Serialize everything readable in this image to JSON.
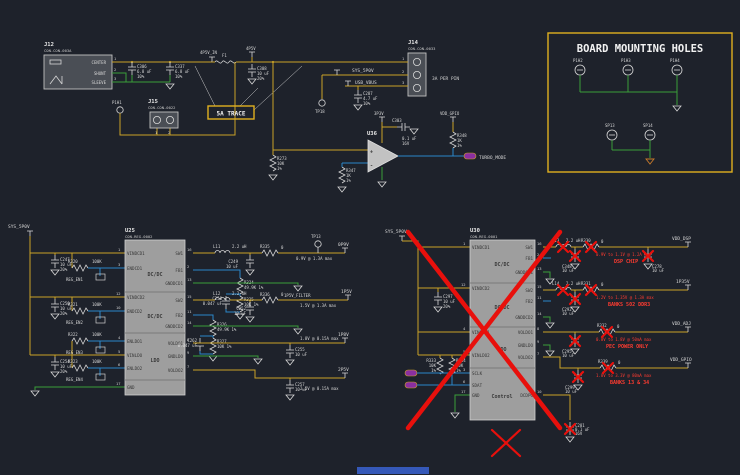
{
  "colors": {
    "bg": "#1e222b",
    "wire_power": "#c9a227",
    "wire_signal": "#2b87c8",
    "wire_ground": "#3a9d3a",
    "ic_fill": "#9e9e9e",
    "red": "#e8100c",
    "note_red": "#ff3b30",
    "tag_purple": "#8b2fa0",
    "box_yellow": "#e0b020"
  },
  "top_left": {
    "j12": {
      "ref": "J12",
      "part": "CON-CON-003A",
      "pin1": "CENTER",
      "pin2": "SHUNT",
      "pin3": "SLEEVE",
      "n1": "1",
      "n2": "2",
      "n3": "3"
    },
    "c306": {
      "ref": "C306",
      "val": "6.8 uF",
      "tol": "10%"
    },
    "c337": {
      "ref": "C337",
      "val": "6.8 uF",
      "tol": "10%"
    },
    "net_in": "4P5V_IN",
    "fuse": "F1",
    "net_out": "4P5V",
    "c308": {
      "ref": "C308",
      "val": "10 uF",
      "tol": "20%"
    },
    "p1h1": "P1H1",
    "j15": {
      "ref": "J15",
      "part": "CON-CON-0022",
      "n1": "1",
      "n2": "2"
    },
    "trace_note": "5A TRACE"
  },
  "top_right": {
    "j14": {
      "ref": "J14",
      "part": "CON-CON-0033",
      "note": "3A PER PIN",
      "n1": "1",
      "n2": "2",
      "n3": "3"
    },
    "net_sys": "SYS_5P0V",
    "net_vbus": "USB_VBUS",
    "c287": {
      "ref": "C287",
      "val": "4.7 uF",
      "tol": "10%"
    },
    "tp18": "TP18"
  },
  "amp": {
    "u36": "U36",
    "plus": "+",
    "minus": "-",
    "r273": {
      "ref": "R273",
      "val": "10K",
      "tol": "1%"
    },
    "r347": {
      "ref": "R347",
      "val": "1K",
      "tol": "1%"
    },
    "r348": {
      "ref": "R348",
      "val": "1K",
      "tol": "1%"
    },
    "c303": {
      "ref": "C303",
      "val": "0.1 uF",
      "tol": "16V"
    },
    "net_3p3": "3P3V",
    "net_gpio": "VDD_GPIO",
    "net_out": "TURBO_MODE"
  },
  "mounting": {
    "title": "BOARD MOUNTING HOLES",
    "h1": "P1H2",
    "h2": "P1H3",
    "h3": "P1H4",
    "h4": "SP13",
    "h5": "SP14"
  },
  "u25": {
    "ref": "U25",
    "part": "CON-REG-0002",
    "sec1": "DC/DC",
    "sec2": "DC/DC",
    "sec3": "LDO",
    "net_in": "SYS_5P0V",
    "lpins": [
      {
        "n": "1",
        "t": "VINDCD1"
      },
      {
        "n": "3",
        "t": "ENDCD1"
      },
      {
        "n": "12",
        "t": "VINDCD2"
      },
      {
        "n": "10",
        "t": "ENDCD2"
      },
      {
        "n": "4",
        "t": "ENLDO1"
      },
      {
        "n": "5",
        "t": "VINLDO"
      },
      {
        "n": "6",
        "t": "ENLDO2"
      },
      {
        "n": "17",
        "t": "GND"
      }
    ],
    "rpins": [
      {
        "n": "16",
        "t": "SW1"
      },
      {
        "n": "2",
        "t": "FB1"
      },
      {
        "n": "13",
        "t": "GNDDCD1"
      },
      {
        "n": "15",
        "t": "SW2"
      },
      {
        "n": "11",
        "t": "FB2"
      },
      {
        "n": "14",
        "t": "GNDDCD2"
      },
      {
        "n": "8",
        "t": "VOLDO1"
      },
      {
        "n": "9",
        "t": "GNDLDO"
      },
      {
        "n": "7",
        "t": "VOLDO2"
      }
    ],
    "c247": {
      "ref": "C247",
      "val": "10 uF",
      "tol": "20%"
    },
    "c250": {
      "ref": "C250",
      "val": "10 uF",
      "tol": "20%"
    },
    "c254": {
      "ref": "C254",
      "val": "10 uF",
      "tol": "20%"
    },
    "r320": {
      "ref": "R320",
      "val": "100K",
      "tol": "1%"
    },
    "r321": {
      "ref": "R321",
      "val": "100K",
      "tol": "1%"
    },
    "r322": {
      "ref": "R322",
      "val": "100K",
      "tol": "1%"
    },
    "r323": {
      "ref": "R323",
      "val": "100K",
      "tol": "1%"
    },
    "en1": "REG_EN1",
    "en2": "REG_EN2",
    "en3": "REG_EN3",
    "en4": "REG_EN4",
    "rows": {
      "l11": {
        "ref": "L11",
        "val": "2.2 uH"
      },
      "r335": {
        "ref": "R335",
        "val": "0"
      },
      "c249": {
        "ref": "C249",
        "val": "10 uF",
        "tol": "20%"
      },
      "r324": {
        "ref": "R324",
        "val": "49.9K 1%"
      },
      "r325": {
        "ref": "R325",
        "val": "10K 1%"
      },
      "c258": {
        "ref": "C258",
        "val": "0.047 uF"
      },
      "tp13": "TP13",
      "tag1": "0P9V",
      "note1": "0.9V @ 1.3A max",
      "filter": "1P5V_FILTER",
      "l12": {
        "ref": "L12",
        "val": "2.2 uH"
      },
      "r336": {
        "ref": "R336",
        "val": "0"
      },
      "c252": {
        "ref": "C252",
        "val": "10 uF",
        "tol": "20%"
      },
      "r326": {
        "ref": "R326",
        "val": "49.9K 1%"
      },
      "r327": {
        "ref": "R327",
        "val": "10K 1%"
      },
      "c262": {
        "ref": "C262",
        "val": "0.047 uF"
      },
      "tag2": "1P5V",
      "note2": "1.5V @ 1.3A max",
      "c255": {
        "ref": "C255",
        "val": "10 uF",
        "tol": "20%"
      },
      "tag3": "1P8V",
      "note3": "1.8V @ 0.15A max",
      "c257": {
        "ref": "C257",
        "val": "10 uF",
        "tol": "20%"
      },
      "tag4": "2P5V",
      "note4": "2.5V @ 0.15A max"
    }
  },
  "u30": {
    "ref": "U30",
    "part": "CON-REG-0001",
    "sec1": "DC/DC",
    "sec2": "DC/DC",
    "sec3": "LDO",
    "sec4": "Control",
    "net_in": "SYS_5P0V",
    "lpins": [
      {
        "n": "1",
        "t": "VINDCD1"
      },
      {
        "n": "12",
        "t": "VINDCD2"
      },
      {
        "n": "4",
        "t": "VINLDO1"
      },
      {
        "n": "5",
        "t": "VINLDO2"
      },
      {
        "n": "3",
        "t": "SCLK"
      },
      {
        "n": "6",
        "t": "SDAT"
      },
      {
        "n": "17",
        "t": "GND"
      }
    ],
    "rpins": [
      {
        "n": "16",
        "t": "SW1"
      },
      {
        "n": "2",
        "t": "FB1"
      },
      {
        "n": "13",
        "t": "GNDDCD1"
      },
      {
        "n": "15",
        "t": "SW2"
      },
      {
        "n": "11",
        "t": "FB2"
      },
      {
        "n": "14",
        "t": "GNDDCD2"
      },
      {
        "n": "8",
        "t": "VOLDO1"
      },
      {
        "n": "9",
        "t": "GNDLDO"
      },
      {
        "n": "7",
        "t": "VOLDO2"
      },
      {
        "n": "10",
        "t": "DCDPG"
      }
    ],
    "c297": {
      "ref": "C297",
      "val": "10 uF",
      "tol": "20%"
    },
    "r333": {
      "ref": "R333",
      "val": "10K",
      "tol": "1%"
    },
    "r334": {
      "ref": "R334",
      "val": "10K",
      "tol": "1%"
    },
    "rows": {
      "l13": {
        "ref": "L13",
        "val": "2.2 uH"
      },
      "r330": {
        "ref": "R330",
        "val": "0"
      },
      "c348": {
        "ref": "C348",
        "val": "10 uF",
        "tol": "20%"
      },
      "c278": {
        "ref": "C278",
        "val": "10 uF",
        "tol": "20%"
      },
      "tag1": "VDD_DSP",
      "note1a": "0.9V to 1.1V @ 1.2A max",
      "note1b": "DSP CHIP",
      "l14": {
        "ref": "L14",
        "val": "2.2 uH"
      },
      "r331": {
        "ref": "R331",
        "val": "0"
      },
      "c292": {
        "ref": "C292",
        "val": "10 uF",
        "tol": "20%"
      },
      "tag2": "1P35V",
      "note2a": "1.2V to 1.35V @ 1.3A max",
      "note2b": "BANKS 502 DDR3",
      "r332": {
        "ref": "R332",
        "val": "0"
      },
      "c295": {
        "ref": "C295",
        "val": "10 uF",
        "tol": "20%"
      },
      "tag3": "VDD_ADJ",
      "note3a": "0.8V to 1.8V @ 50mA max",
      "note3b": "PEC POWER ONLY",
      "r339": {
        "ref": "R339",
        "val": "0"
      },
      "c299": {
        "ref": "C299",
        "val": "10 uF",
        "tol": "20%"
      },
      "tag4": "VDD_GPIO",
      "note4a": "1.8V to 3.3V @ 80mA max",
      "note4b": "BANKS 13 & 34",
      "c281": {
        "ref": "C281",
        "val": "0.1 uF",
        "tol": "16V"
      }
    }
  }
}
